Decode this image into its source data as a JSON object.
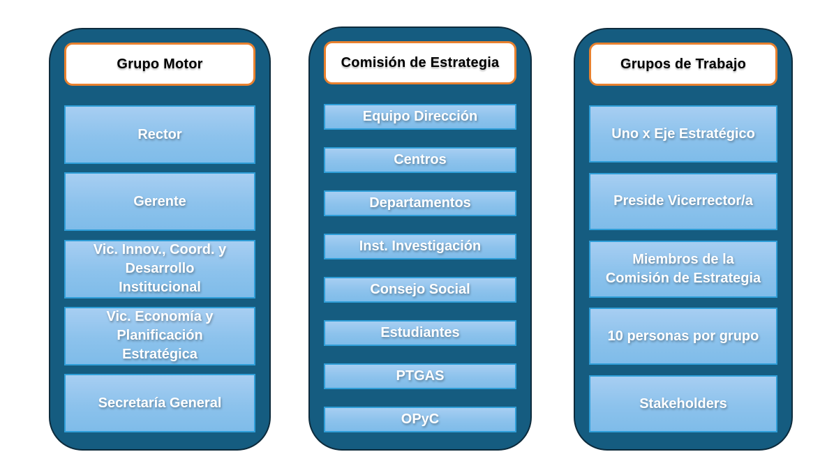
{
  "diagram": {
    "columns": [
      {
        "title": "Grupo Motor",
        "items": [
          "Rector",
          "Gerente",
          "Vic. Innov., Coord. y\nDesarrollo\nInstitucional",
          "Vic. Economía y\nPlanificación\nEstratégica",
          "Secretaría General"
        ]
      },
      {
        "title": "Comisión de Estrategia",
        "items": [
          "Equipo Dirección",
          "Centros",
          "Departamentos",
          "Inst. Investigación",
          "Consejo Social",
          "Estudiantes",
          "PTGAS",
          "OPyC"
        ]
      },
      {
        "title": "Grupos de Trabajo",
        "items": [
          "Uno x Eje Estratégico",
          "Preside Vicerrector/a",
          "Miembros de la\nComisión de Estrategia",
          "10 personas por grupo",
          "Stakeholders"
        ]
      }
    ],
    "colors": {
      "column_background": "#155C80",
      "column_border": "#0D2B3C",
      "header_background": "#FFFFFF",
      "header_border": "#E8812F",
      "header_text": "#000000",
      "item_border": "#2F9ED8",
      "item_gradient_top": "#A7CEF2",
      "item_gradient_bottom": "#7FBCE9",
      "item_text": "#FFFFFF"
    }
  }
}
